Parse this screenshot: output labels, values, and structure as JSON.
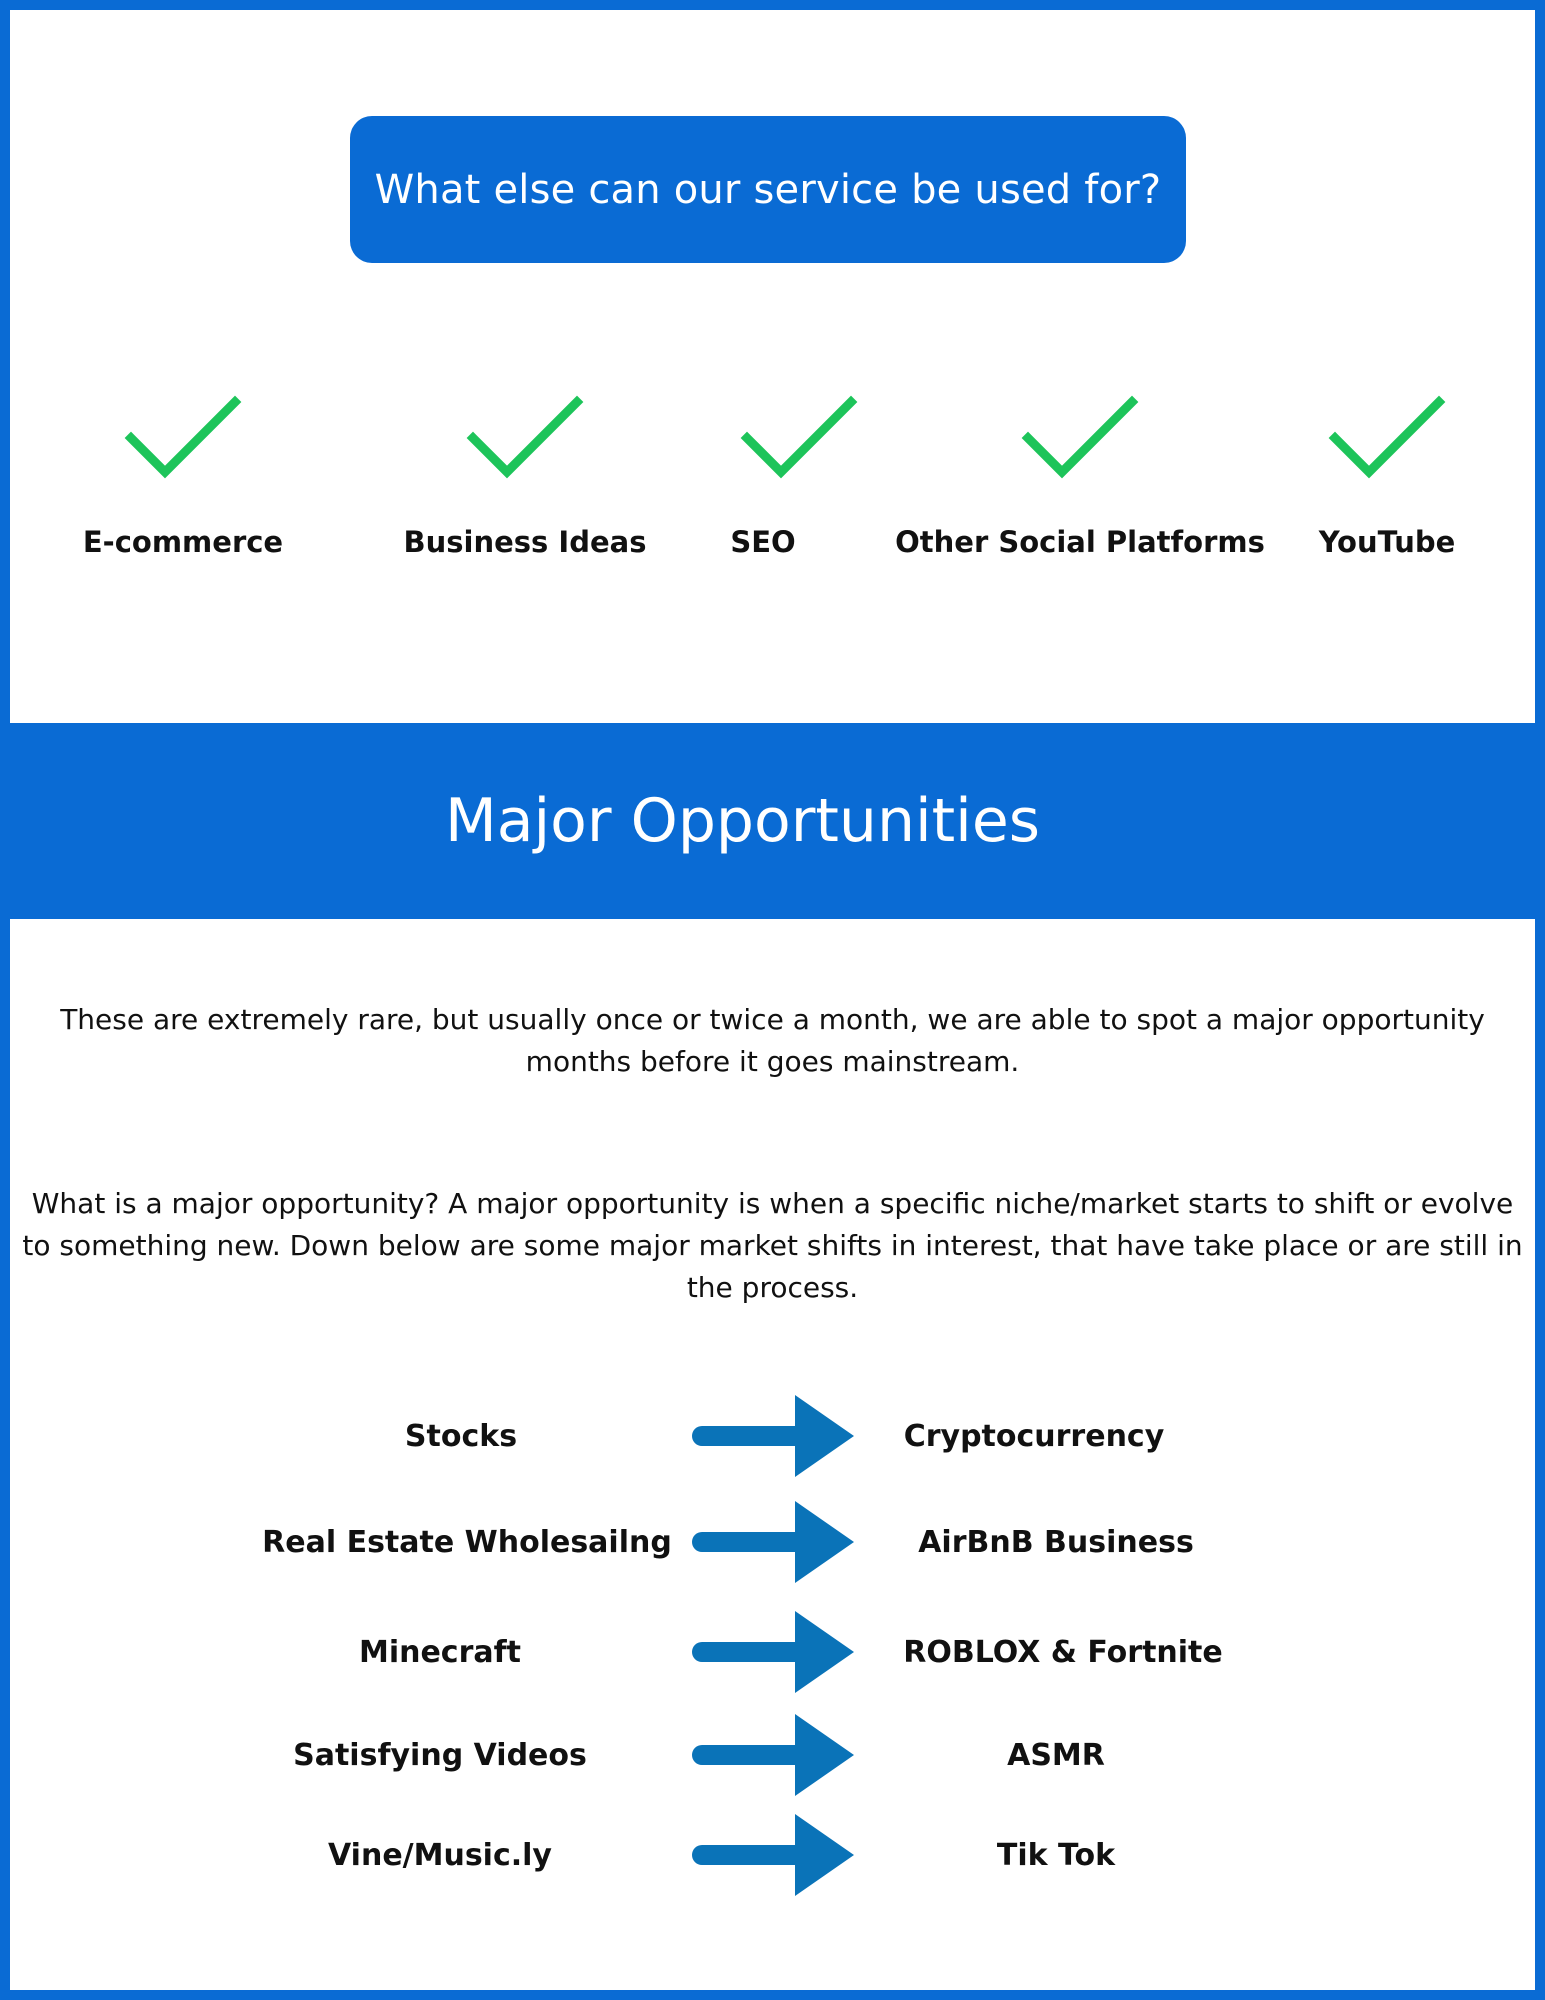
{
  "header": {
    "question": "What else can our service be used for?"
  },
  "uses": [
    {
      "label": "E-commerce",
      "icon": "checkmark-icon"
    },
    {
      "label": "Business Ideas",
      "icon": "checkmark-icon"
    },
    {
      "label": "SEO",
      "icon": "checkmark-icon"
    },
    {
      "label": "Other Social Platforms",
      "icon": "checkmark-icon"
    },
    {
      "label": "YouTube",
      "icon": "checkmark-icon"
    }
  ],
  "section": {
    "title": "Major Opportunities"
  },
  "intro": {
    "line1": "These are extremely rare, but usually once or twice a month, we are able to spot a major opportunity",
    "line2": "months before it goes mainstream."
  },
  "definition": "What is a major opportunity? A major opportunity is when a specific niche/market starts to shift or evolve to something new. Down below are some major market shifts in interest, that have take place or are still in the process.",
  "shifts": [
    {
      "from": "Stocks",
      "to": "Cryptocurrency"
    },
    {
      "from": "Real Estate Wholesailng",
      "to": "AirBnB Business"
    },
    {
      "from": "Minecraft",
      "to": "ROBLOX & Fortnite"
    },
    {
      "from": "Satisfying Videos",
      "to": "ASMR"
    },
    {
      "from": "Vine/Music.ly",
      "to": "Tik Tok"
    }
  ],
  "colors": {
    "brand_blue": "#0a6bd4",
    "check_green": "#1dc45a",
    "arrow_blue": "#0a73b8"
  }
}
